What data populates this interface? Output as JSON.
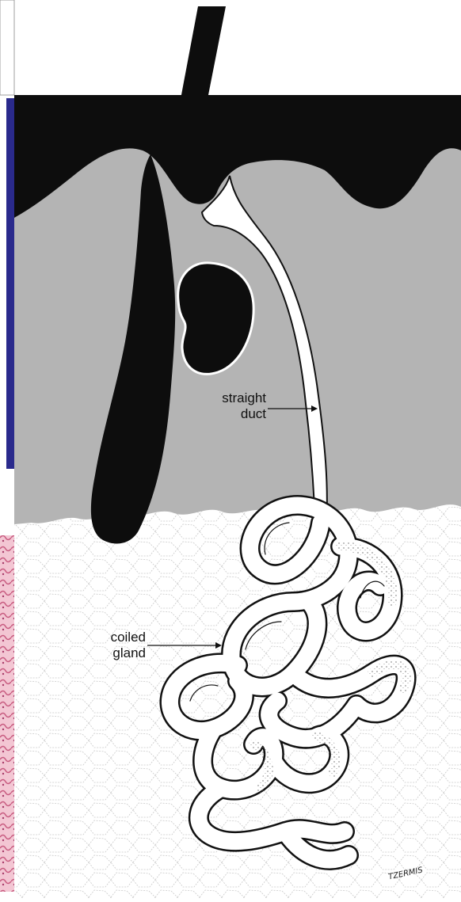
{
  "figure": {
    "labels": {
      "straight_duct_line1": "straight",
      "straight_duct_line2": "duct",
      "coiled_gland_line1": "coiled",
      "coiled_gland_line2": "gland"
    },
    "signature": "TZERMIS",
    "colors": {
      "epidermis": "#0d0d0d",
      "dermis": "#b4b4b4",
      "hypodermis": "#ffffff",
      "left_panel_border": "#2a2a8c",
      "stain_pink": "#d8708e",
      "outline": "#111111"
    }
  }
}
